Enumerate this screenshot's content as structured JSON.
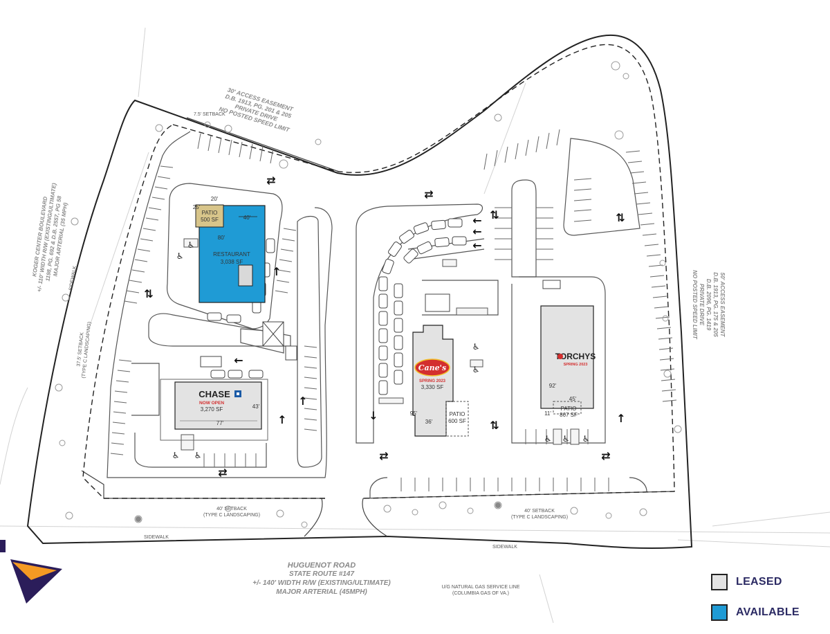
{
  "colors": {
    "leased": "#e3e3e3",
    "available": "#1f9bd5",
    "patio_available": "#d8c58a",
    "legend_text": "#2b2a63",
    "logo_orange": "#f59a23",
    "logo_purple": "#2b1d5a"
  },
  "roads": {
    "huguenot": [
      "HUGUENOT ROAD",
      "STATE ROUTE #147",
      "+/- 140' WIDTH R/W (EXISTING/ULTIMATE)",
      "MAJOR ARTERIAL (45MPH)"
    ],
    "koger": [
      "KOGER CENTER BOULEVARD",
      "+/- 110' WIDTH R/W (EXISTING/ULTIMATE)",
      "1198, PG. 692 & D.B. 2557, PG 58",
      "MAJOR ARTERIAL (35 MPH)"
    ],
    "access_top": [
      "30' ACCESS EASEMENT",
      "D.B. 1913, PG. 201 & 205",
      "PRIVATE DRIVE",
      "NO POSTED SPEED LIMIT"
    ],
    "access_right": [
      "50' ACCESS EASEMENT",
      "D.B. 1913, PG. 175 & 205",
      "D.B. 2096, PG. 1419",
      "PRIVATE DRIVE",
      "NO POSTED SPEED LIMIT"
    ]
  },
  "notes": {
    "setback_top": "7.5' SETBACK",
    "setback_left": [
      "37.5' SETBACK",
      "(TYPE C LANDSCAPING)"
    ],
    "setback_bottom_left": [
      "40' SETBACK",
      "(TYPE C LANDSCAPING)"
    ],
    "setback_bottom_right": [
      "40' SETBACK",
      "(TYPE C LANDSCAPING)"
    ],
    "gas_line": [
      "U/G NATURAL GAS SERVICE LINE",
      "(COLUMBIA GAS OF VA.)"
    ],
    "sidewalk_bottom_left": "SIDEWALK",
    "sidewalk_bottom_right": "SIDEWALK",
    "sidewalk_left": "SIDEWALK"
  },
  "buildings": {
    "restaurant": {
      "label": "RESTAURANT",
      "area": "3,038 SF",
      "dim_width": "40'",
      "dim_depth": "80'"
    },
    "restaurant_patio": {
      "label": "PATIO",
      "area": "500 SF",
      "dim_a": "20'",
      "dim_b": "25'"
    },
    "chase": {
      "brand": "CHASE",
      "status": "NOW OPEN",
      "area": "3,270 SF",
      "dim_width": "77'",
      "dim_depth": "43'"
    },
    "canes": {
      "brand": "Cane's",
      "status": "SPRING 2023",
      "area": "3,330 SF",
      "dim_width": "36'",
      "dim_depth": "95'"
    },
    "canes_patio": {
      "label": "PATIO",
      "area": "600 SF"
    },
    "torchys": {
      "brand": "TORCHYS",
      "status": "SPRING 2023",
      "dim_width": "45'",
      "dim_depth": "92'",
      "dim_side": "11'"
    },
    "torchys_patio": {
      "label": "PATIO",
      "area": "867 SF"
    }
  },
  "legend": [
    {
      "label": "LEASED",
      "color": "#e3e3e3"
    },
    {
      "label": "AVAILABLE",
      "color": "#1f9bd5"
    }
  ]
}
